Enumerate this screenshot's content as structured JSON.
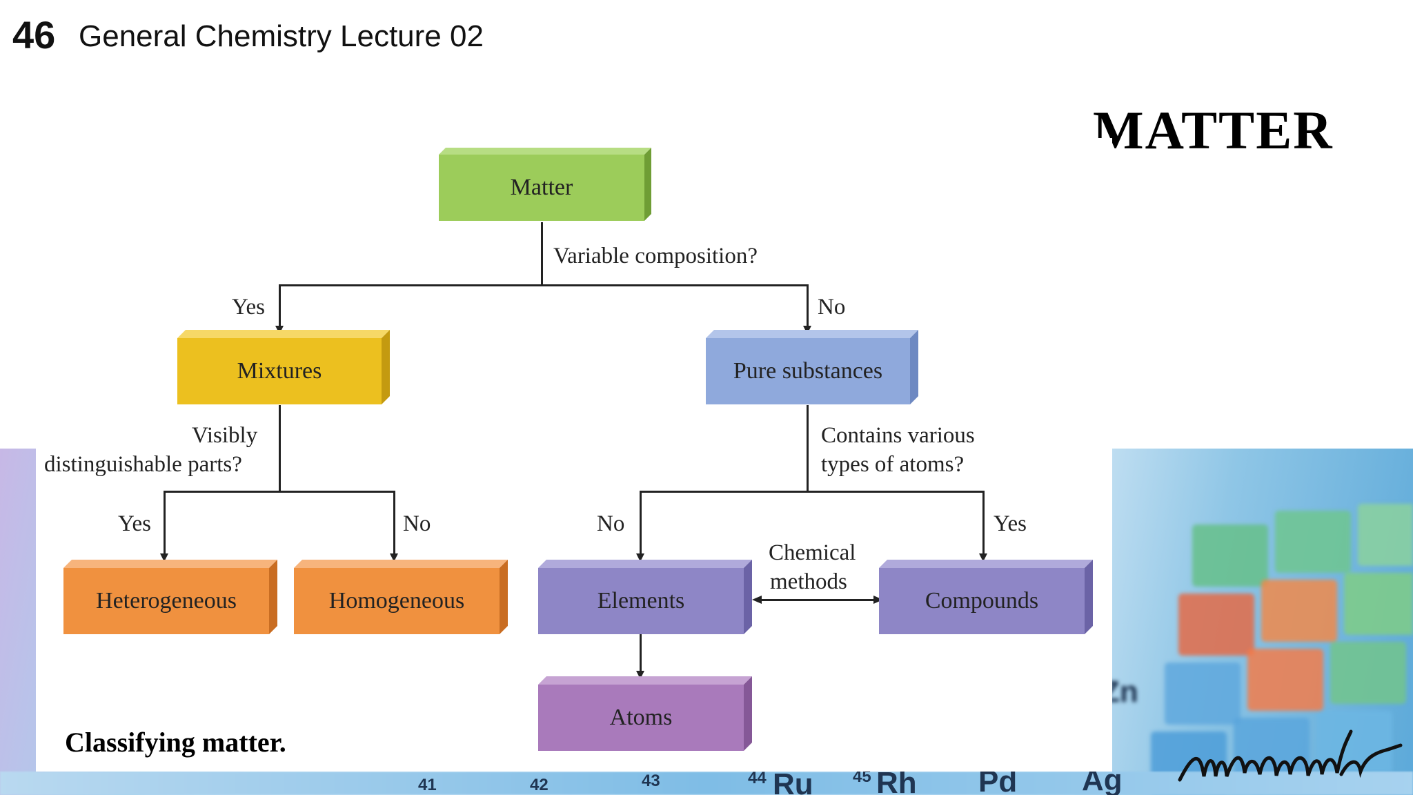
{
  "header": {
    "page_number": "46",
    "lecture_title": "General Chemistry Lecture 02",
    "slide_title": "MATTER"
  },
  "diagram": {
    "nodes": {
      "matter": "Matter",
      "mixtures": "Mixtures",
      "pure_substances": "Pure substances",
      "heterogeneous": "Heterogeneous",
      "homogeneous": "Homogeneous",
      "elements": "Elements",
      "compounds": "Compounds",
      "atoms": "Atoms"
    },
    "questions": {
      "variable_composition": "Variable composition?",
      "visibly_line1": "Visibly",
      "visibly_line2": "distinguishable parts?",
      "contains_line1": "Contains various",
      "contains_line2": "types of atoms?"
    },
    "edge_labels": {
      "matter_yes": "Yes",
      "matter_no": "No",
      "mixtures_yes": "Yes",
      "mixtures_no": "No",
      "pure_no": "No",
      "pure_yes": "Yes",
      "chemical_line1": "Chemical",
      "chemical_line2": "methods"
    },
    "colors": {
      "matter": "#9ccc5a",
      "mixtures": "#ecc01f",
      "pure_substances": "#8fa9dc",
      "orange": "#f0913f",
      "purple_blue": "#8e86c6",
      "atoms": "#a97abb"
    }
  },
  "caption": "Classifying matter.",
  "background": {
    "strip_numbers": [
      "41",
      "42",
      "43",
      "44",
      "45"
    ],
    "strip_symbols": [
      "Ru",
      "Rh",
      "Pd",
      "Ag"
    ],
    "table_symbol": "Zn"
  }
}
